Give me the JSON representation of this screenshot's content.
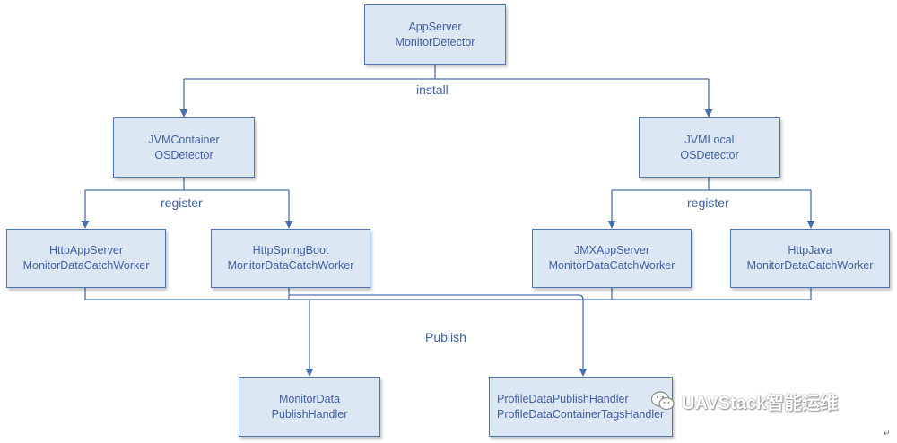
{
  "nodes": {
    "app_server": {
      "line1": "AppServer",
      "line2": "MonitorDetector"
    },
    "jvm_container": {
      "line1": "JVMContainer",
      "line2": "OSDetector"
    },
    "jvm_local": {
      "line1": "JVMLocal",
      "line2": "OSDetector"
    },
    "http_app_server": {
      "line1": "HttpAppServer",
      "line2": "MonitorDataCatchWorker"
    },
    "http_spring_boot": {
      "line1": "HttpSpringBoot",
      "line2": "MonitorDataCatchWorker"
    },
    "jmx_app_server": {
      "line1": "JMXAppServer",
      "line2": "MonitorDataCatchWorker"
    },
    "http_java": {
      "line1": "HttpJava",
      "line2": "MonitorDataCatchWorker"
    },
    "monitor_data_publish": {
      "line1": "MonitorData",
      "line2": "PublishHandler"
    },
    "profile_data_publish": {
      "line1": "ProfileDataPublishHandler",
      "line2": "ProfileDataContainerTagsHandler"
    }
  },
  "edge_labels": {
    "install": "install",
    "register_left": "register",
    "register_right": "register",
    "publish": "Publish"
  },
  "watermark": {
    "text": "UAVStack智能运维",
    "icon": "wechat-icon"
  },
  "corner_mark": "↵",
  "colors": {
    "box_fill": "#dde6f3",
    "box_border": "#4f75b5",
    "line": "#4a6fb0",
    "text": "#3f62a5"
  }
}
